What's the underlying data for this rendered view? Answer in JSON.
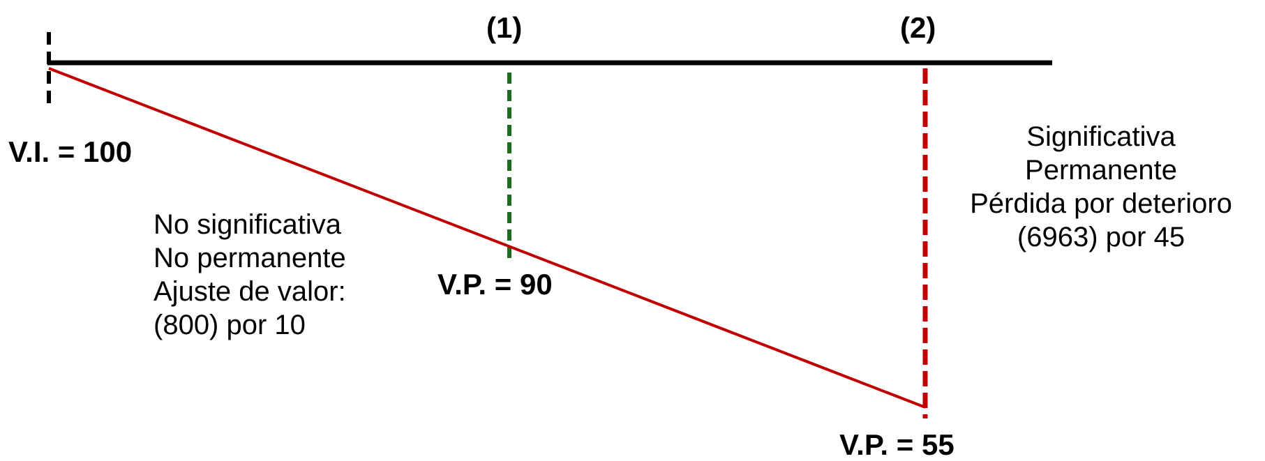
{
  "markers": {
    "marker1": "(1)",
    "marker2": "(2)"
  },
  "values": {
    "initial": "V.I. = 100",
    "present1": "V.P. = 90",
    "present2": "V.P. = 55"
  },
  "notes": {
    "left": [
      "No significativa",
      "No permanente",
      "Ajuste de valor:",
      "(800) por 10"
    ],
    "right": [
      "Significativa",
      "Permanente",
      "Pérdida por deterioro",
      "(6963) por 45"
    ]
  },
  "colors": {
    "timeline": "#000000",
    "value_line": "#c00000",
    "marker1_dash": "#1e6b1e",
    "marker2_dash": "#c00000",
    "start_dash": "#000000"
  }
}
